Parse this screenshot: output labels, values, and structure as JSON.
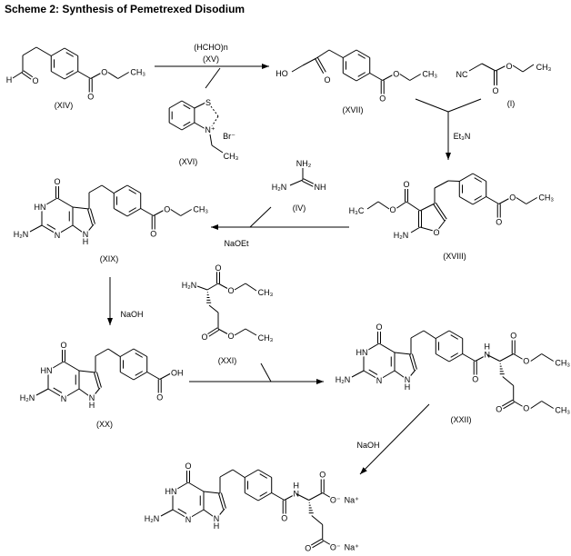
{
  "title": "Scheme 2: Synthesis of Pemetrexed Disodium",
  "compounds": {
    "xiv": {
      "label": "(XIV)",
      "atoms": [
        "H",
        "O",
        "O",
        "O",
        "CH₃"
      ]
    },
    "xv": {
      "label": "(XV)",
      "formula": "(HCHO)n"
    },
    "xvi": {
      "label": "(XVI)",
      "atoms": [
        "S",
        "N⁺",
        "Br⁻",
        "CH₃"
      ]
    },
    "xvii": {
      "label": "(XVII)",
      "atoms": [
        "HO",
        "O",
        "O",
        "O",
        "CH₃"
      ]
    },
    "i": {
      "label": "(I)",
      "atoms": [
        "NC",
        "O",
        "O",
        "CH₃"
      ]
    },
    "xviii": {
      "label": "(XVIII)",
      "atoms": [
        "O",
        "O",
        "H₃C",
        "H₂N",
        "O",
        "O",
        "O",
        "CH₃"
      ]
    },
    "iv": {
      "label": "(IV)",
      "atoms": [
        "NH₂",
        "H₂N",
        "NH"
      ]
    },
    "xix": {
      "label": "(XIX)",
      "atoms": [
        "O",
        "HN",
        "H₂N",
        "N",
        "N",
        "H",
        "O",
        "O",
        "CH₃"
      ]
    },
    "xx": {
      "label": "(XX)",
      "atoms": [
        "O",
        "HN",
        "H₂N",
        "N",
        "N",
        "H",
        "O",
        "OH"
      ]
    },
    "xxi": {
      "label": "(XXI)",
      "atoms": [
        "H₂N",
        "O",
        "O",
        "CH₃",
        "O",
        "O",
        "CH₃"
      ]
    },
    "xxii": {
      "label": "(XXII)",
      "atoms": [
        "O",
        "HN",
        "H₂N",
        "N",
        "N",
        "H",
        "O",
        "N",
        "H",
        "O",
        "O",
        "CH₃",
        "O",
        "O",
        "CH₃"
      ]
    },
    "product": {
      "atoms": [
        "O",
        "HN",
        "H₂N",
        "N",
        "N",
        "H",
        "O",
        "N",
        "H",
        "O",
        "O⁻",
        "Na⁺",
        "O",
        "O⁻",
        "Na⁺"
      ]
    }
  },
  "reagents": {
    "et3n": "Et₃N",
    "naoet": "NaOEt",
    "naoh_1": "NaOH",
    "naoh_2": "NaOH"
  }
}
